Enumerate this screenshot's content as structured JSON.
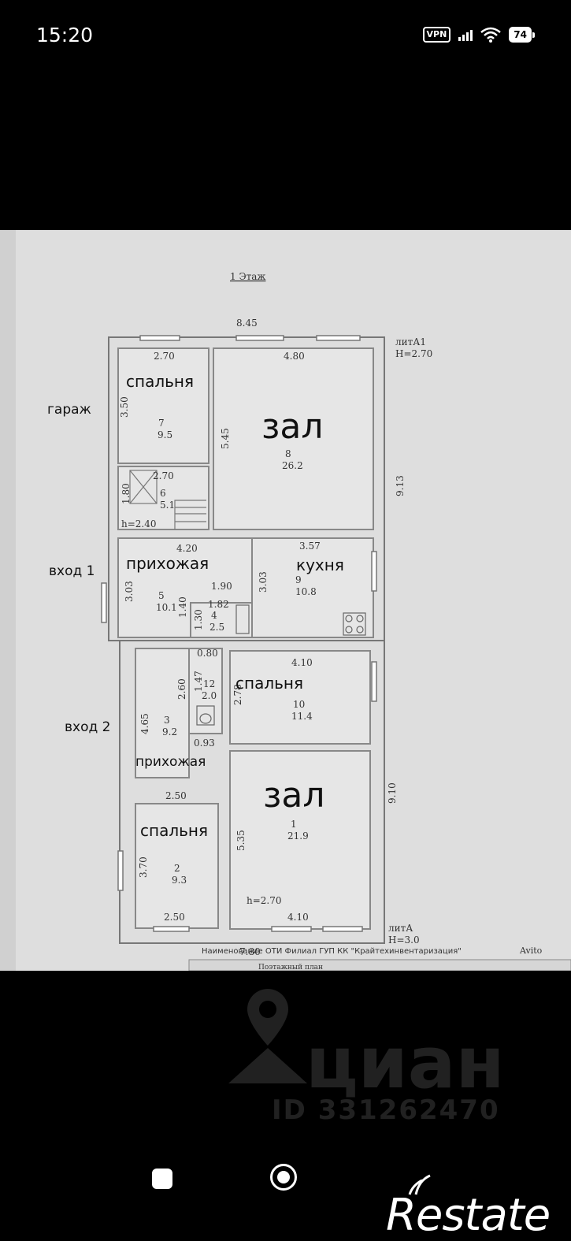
{
  "status_bar": {
    "time": "15:20",
    "vpn": "VPN",
    "battery": "74",
    "icons": [
      "vpn-icon",
      "signal-icon",
      "wifi-icon",
      "battery-icon"
    ]
  },
  "plan": {
    "floor": "1 Этаж",
    "outside": {
      "garage": "гараж",
      "entrance1": "вход 1",
      "entrance2": "вход 2"
    },
    "lit_a1": "литА1",
    "lit_a1_h": "H=2.70",
    "lit_a": "литА",
    "lit_a_h": "H=3.0",
    "dims": {
      "top_total": "8.45",
      "bottom_total": "7.80",
      "right_upper": "9.13",
      "right_lower": "9.10",
      "d270a": "2.70",
      "d480": "4.80",
      "d350": "3.50",
      "d545": "5.45",
      "d270b": "2.70",
      "d180": "1.80",
      "h240": "h=2.40",
      "d420": "4.20",
      "d357": "3.57",
      "d303a": "3.03",
      "d303b": "3.03",
      "d190": "1.90",
      "d182": "1.82",
      "d140": "1.40",
      "d130": "1.30",
      "d080": "0.80",
      "d410a": "4.10",
      "d260": "2.60",
      "d147": "1.47",
      "d278": "2.78",
      "d465": "4.65",
      "d093": "0.93",
      "d250a": "2.50",
      "d535": "5.35",
      "d370": "3.70",
      "d250b": "2.50",
      "h270": "h=2.70",
      "d410b": "4.10"
    },
    "rooms": [
      {
        "name": "спальня",
        "num": "7",
        "area": "9.5"
      },
      {
        "name": "зал",
        "num": "8",
        "area": "26.2"
      },
      {
        "name": "",
        "num": "6",
        "area": "5.1"
      },
      {
        "name": "прихожая",
        "num": "5",
        "area": "10.1"
      },
      {
        "name": "кухня",
        "num": "9",
        "area": "10.8"
      },
      {
        "name": "",
        "num": "4",
        "area": "2.5"
      },
      {
        "name": "",
        "num": "12",
        "area": "2.0"
      },
      {
        "name": "спальня",
        "num": "10",
        "area": "11.4"
      },
      {
        "name": "прихожая",
        "num": "3",
        "area": "9.2"
      },
      {
        "name": "зал",
        "num": "1",
        "area": "21.9"
      },
      {
        "name": "спальня",
        "num": "2",
        "area": "9.3"
      }
    ],
    "footer_line1": "Наименование ОТИ Филиал ГУП КК \"Крайтехинвентаризация\"",
    "footer_line2": "Поэтажный план",
    "avito": "Avito"
  },
  "watermark": {
    "brand": "циан",
    "id": "ID 331262470"
  },
  "nav": {
    "logo": "Restate"
  }
}
